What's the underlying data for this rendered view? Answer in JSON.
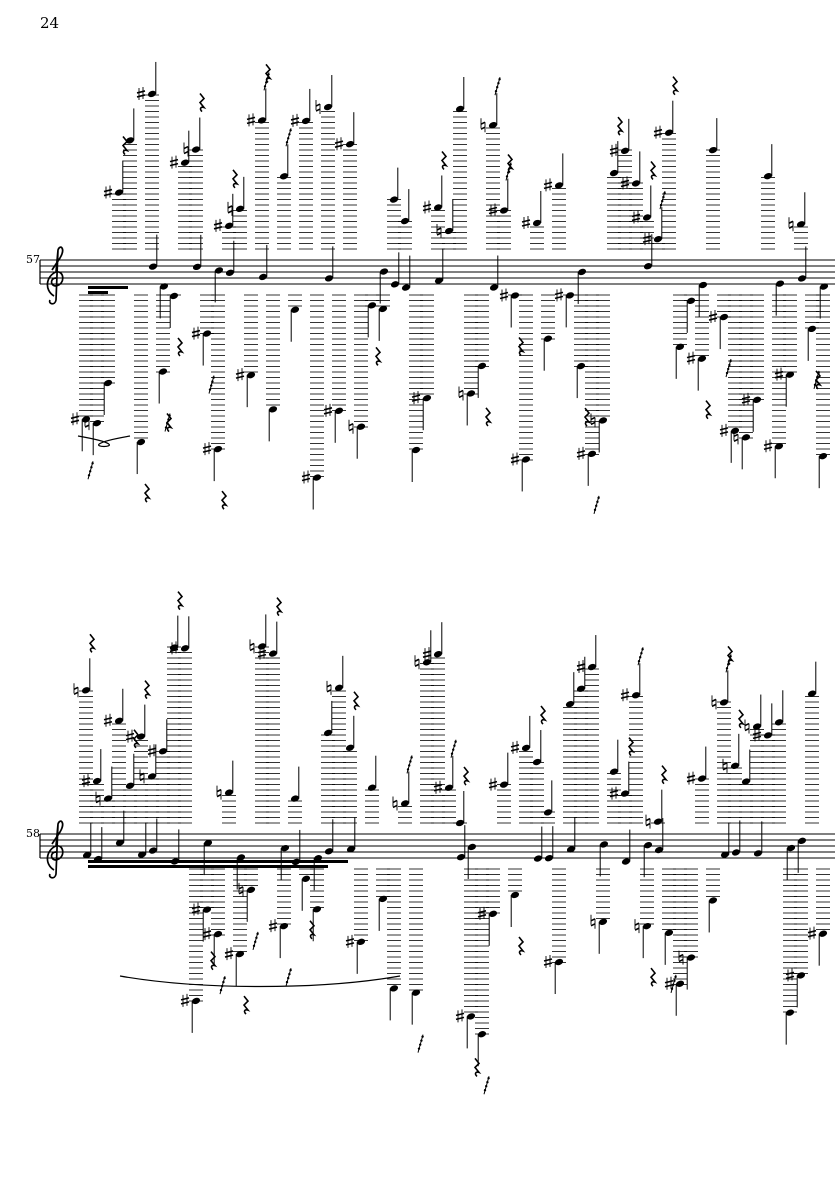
{
  "page": {
    "number": "24"
  },
  "systems": [
    {
      "measure_number": "57",
      "clef": "treble-clef"
    },
    {
      "measure_number": "58",
      "clef": "treble-clef"
    }
  ],
  "colors": {
    "ink": "#000000",
    "paper": "#ffffff"
  },
  "icons": [
    "treble-clef-icon",
    "quarter-rest-icon",
    "eighth-rest-icon",
    "sharp-icon",
    "natural-icon",
    "tremolo-icon"
  ]
}
